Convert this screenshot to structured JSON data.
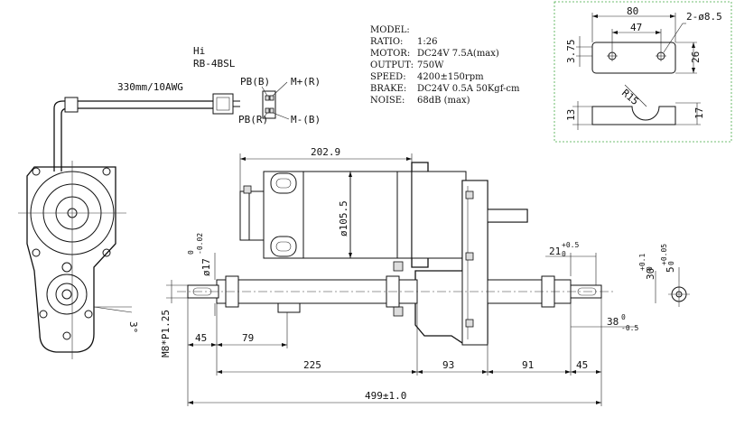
{
  "specs": {
    "rows": [
      {
        "label": "MODEL:",
        "value": ""
      },
      {
        "label": "RATIO:",
        "value": "1:26"
      },
      {
        "label": "MOTOR:",
        "value": "DC24V  7.5A(max)"
      },
      {
        "label": "OUTPUT:",
        "value": "750W"
      },
      {
        "label": "SPEED:",
        "value": "4200±150rpm"
      },
      {
        "label": "BRAKE:",
        "value": "DC24V 0.5A 50Kgf-cm"
      },
      {
        "label": "NOISE:",
        "value": "68dB (max)"
      }
    ]
  },
  "connector": {
    "brand": "Hi",
    "model": "RB-4BSL",
    "cable": "330mm/10AWG",
    "pins": {
      "pb_b": "PB(B)",
      "m_plus_r": "M+(R)",
      "pb_r": "PB(R)",
      "m_minus_b": "M-(B)"
    }
  },
  "bracket": {
    "width": "80",
    "hole_spacing": "47",
    "holes": "2-ø8.5",
    "height": "3.75",
    "depth": "26",
    "radius": "R15",
    "base_height": "13",
    "total_height": "17"
  },
  "dimensions": {
    "motor_length": "202.9",
    "motor_diameter": "ø105.5",
    "axle_diameter": "ø17",
    "axle_tol_upper": "0",
    "axle_tol_lower": "-0.02",
    "thread": "M8*P1.25",
    "seg_45_left": "45",
    "seg_79": "79",
    "seg_225": "225",
    "seg_93": "93",
    "seg_91": "91",
    "seg_45_right": "45",
    "total": "499±1.0",
    "key_21": "21",
    "key_21_tol": "+0.5",
    "key_21_tol_low": "0",
    "key_38": "38",
    "key_38_tol_up": "0",
    "key_38_tol_low": "-0.5",
    "key_30": "30",
    "key_30_tol_up": "+0.1",
    "key_30_tol_low": "0",
    "key_5": "5",
    "key_5_tol_up": "+0.05",
    "key_5_tol_low": "0",
    "angle": "3°"
  }
}
